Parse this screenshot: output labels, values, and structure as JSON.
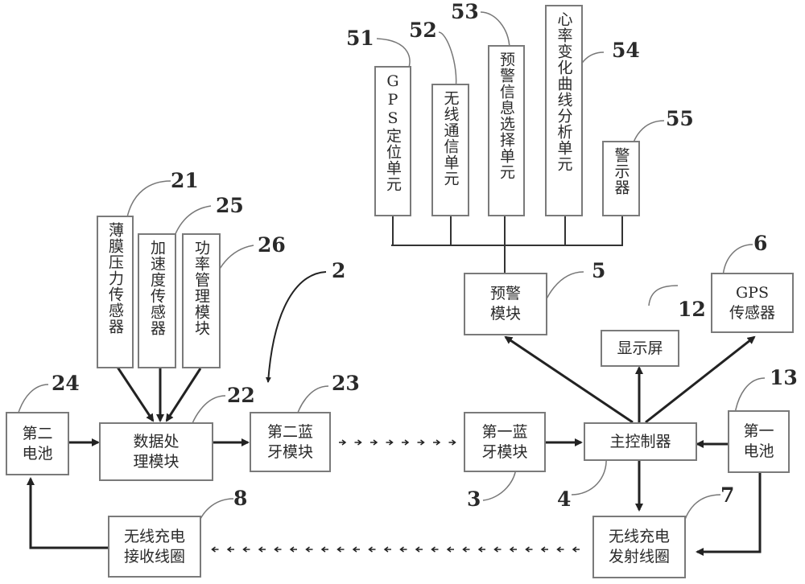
{
  "diagram": {
    "blocks": {
      "thin_film_sensor": {
        "label": "薄膜压力传感器",
        "ref": "21"
      },
      "accel_sensor": {
        "label": "加速度传感器",
        "ref": "25"
      },
      "power_mgmt": {
        "label": "功率管理模块",
        "ref": "26"
      },
      "data_processing": {
        "label": "数据处\n理模块",
        "ref": "22"
      },
      "second_battery": {
        "label": "第二\n电池",
        "ref": "24"
      },
      "second_bt": {
        "label": "第二蓝\n牙模块",
        "ref": "23"
      },
      "first_bt": {
        "label": "第一蓝\n牙模块",
        "ref": "3"
      },
      "main_controller": {
        "label": "主控制器",
        "ref": "4"
      },
      "first_battery": {
        "label": "第一\n电池",
        "ref": "13"
      },
      "display": {
        "label": "显示屏",
        "ref": "12"
      },
      "warning_module": {
        "label": "预警\n模块",
        "ref": "5"
      },
      "gps_sensor": {
        "label": "GPS\n传感器",
        "ref": "6"
      },
      "wireless_tx": {
        "label": "无线充电\n发射线圈",
        "ref": "7"
      },
      "wireless_rx": {
        "label": "无线充电\n接收线圈",
        "ref": "8"
      },
      "gps_unit": {
        "label": "GPS定位单元",
        "ref": "51"
      },
      "wireless_comm": {
        "label": "无线通信单元",
        "ref": "52"
      },
      "warning_select": {
        "label": "预警信息选择单元",
        "ref": "53"
      },
      "hr_analysis": {
        "label": "心率变化曲线分析单元",
        "ref": "54"
      },
      "alarm": {
        "label": "警示器",
        "ref": "55"
      }
    },
    "group_ref": "2"
  }
}
